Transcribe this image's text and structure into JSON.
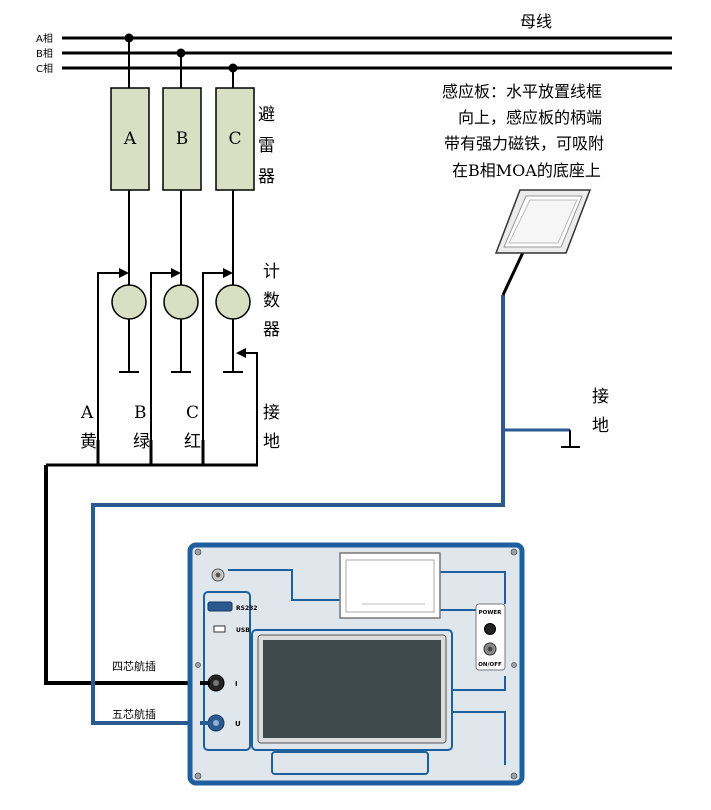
{
  "bus": {
    "title": "母线",
    "phase_a": "A相",
    "phase_b": "B相",
    "phase_c": "C相"
  },
  "arresters": {
    "labels": [
      "A",
      "B",
      "C"
    ],
    "caption": [
      "避",
      "雷",
      "器"
    ],
    "fill_color": "#d8dfc2"
  },
  "counters": {
    "caption": [
      "计",
      "数",
      "器"
    ],
    "fill_color": "#d8dfc2"
  },
  "leads": {
    "a_letter": "A",
    "a_color": "黄",
    "b_letter": "B",
    "b_color": "绿",
    "c_letter": "C",
    "c_color": "红",
    "ground": [
      "接",
      "地"
    ]
  },
  "sensor": {
    "description_lines": [
      "感应板：水平放置线框",
      "向上，感应板的柄端",
      "带有强力磁铁，可吸附",
      "在B相MOA的底座上"
    ],
    "ground": [
      "接",
      "地"
    ]
  },
  "instrument": {
    "rs232_label": "RS232",
    "usb_label": "USB",
    "power_label": "POWER",
    "onoff_label": "ON/OFF",
    "port_i_label": "I",
    "port_u_label": "U",
    "four_core_label": "四芯航插",
    "five_core_label": "五芯航插",
    "panel_color": "#dfe6ec",
    "frame_color": "#1e5f9e",
    "screen_color": "#3f4a4c"
  },
  "colors": {
    "blue_cable": "#2b5a91",
    "black_cable": "#000000"
  }
}
